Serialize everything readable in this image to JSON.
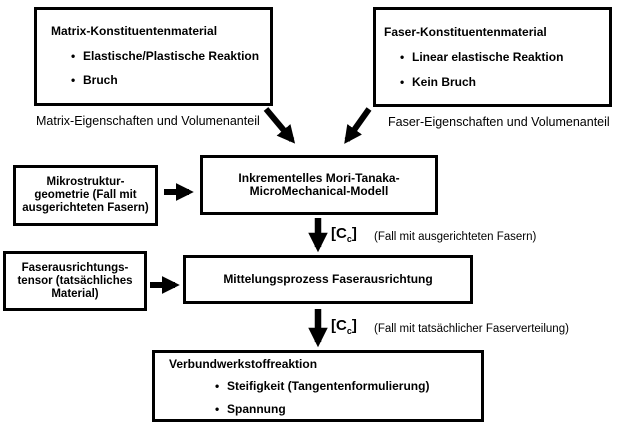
{
  "boxes": {
    "matrix": {
      "title": "Matrix-Konstituentenmaterial",
      "bullets": [
        "Elastische/Plastische Reaktion",
        "Bruch"
      ]
    },
    "faser": {
      "title": "Faser-Konstituentenmaterial",
      "bullets": [
        "Linear elastische Reaktion",
        "Kein Bruch"
      ]
    },
    "model": {
      "line1": "Inkrementelles Mori-Tanaka-",
      "line2": "MicroMechanical-Modell"
    },
    "mikrostruktur": {
      "lines": [
        "Mikrostruktur-",
        "geometrie (Fall mit",
        "ausgerichteten Fasern)"
      ]
    },
    "mittelung": {
      "title": "Mittelungsprozess Faserausrichtung"
    },
    "fasertensor": {
      "lines": [
        "Faserausrichtungs-",
        "tensor (tatsächliches",
        "Material)"
      ]
    },
    "verbund": {
      "title": "Verbundwerkstoffreaktion",
      "bullets": [
        "Steifigkeit (Tangentenformulierung)",
        "Spannung"
      ]
    }
  },
  "captions": {
    "matrix": "Matrix-Eigenschaften und Volumenanteil",
    "faser": "Faser-Eigenschaften und Volumenanteil"
  },
  "labels": {
    "cc1": {
      "open": "[C",
      "sub": "c",
      "close": "]",
      "note": "(Fall mit ausgerichteten Fasern)"
    },
    "cc2": {
      "open": "[C",
      "sub": "c",
      "close": "]",
      "note": "(Fall mit tatsächlicher Faserverteilung)"
    }
  },
  "colors": {
    "ink": "#000000",
    "background": "#ffffff"
  }
}
